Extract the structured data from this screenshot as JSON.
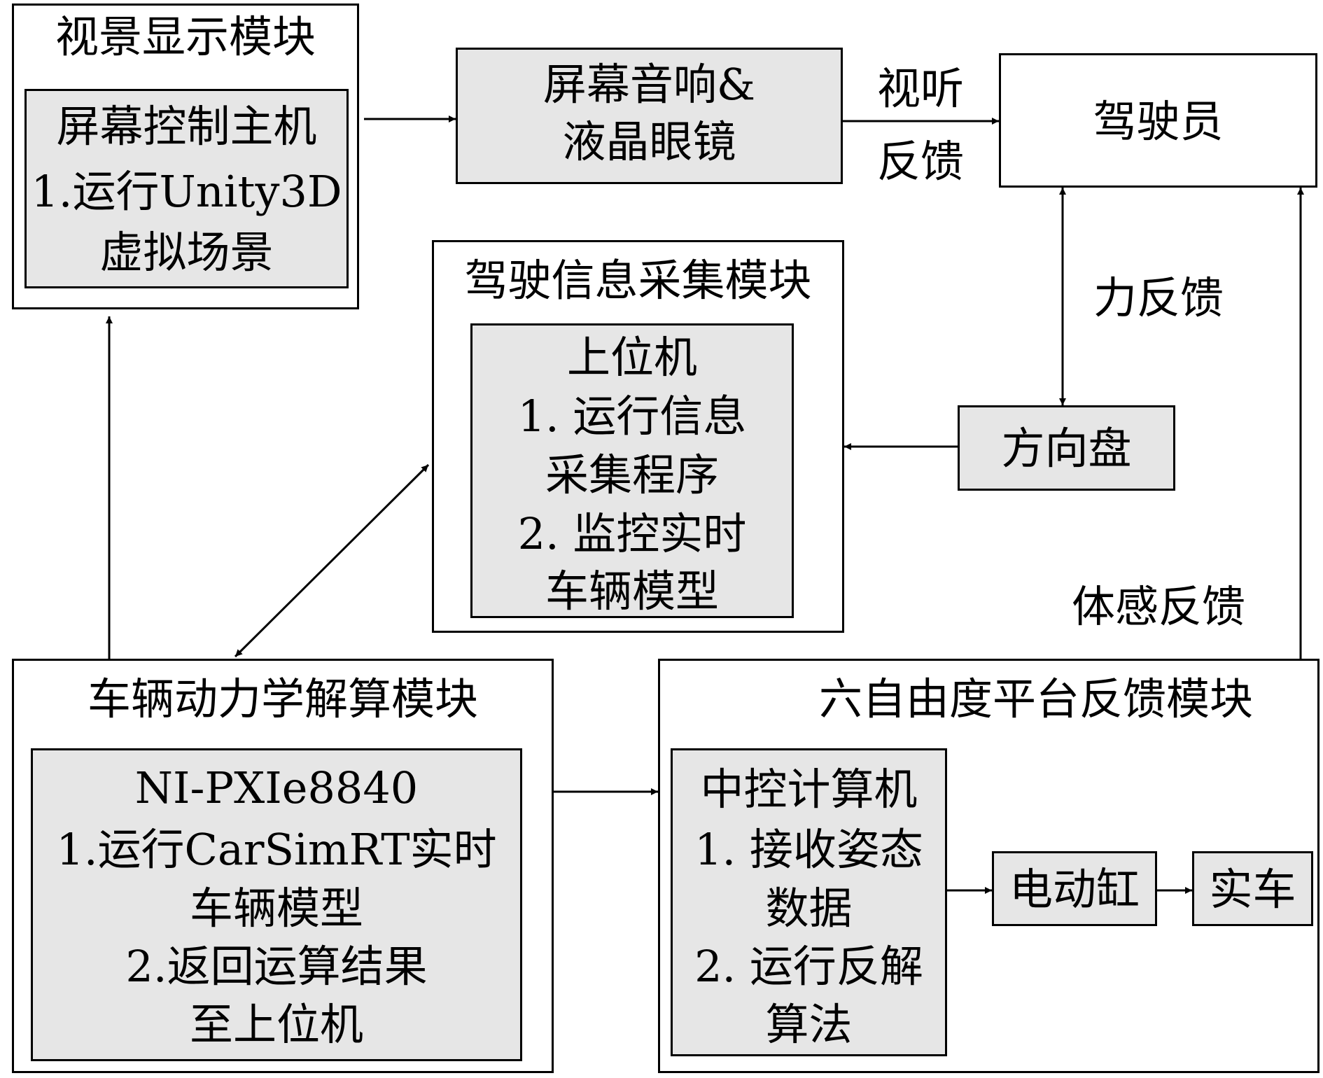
{
  "visual_module": {
    "title": "视景显示模块",
    "inner": {
      "lines": [
        "屏幕控制主机",
        "1.运行Unity3D",
        "虚拟场景"
      ]
    }
  },
  "screen_audio": {
    "lines": [
      "屏幕音响&",
      "液晶眼镜"
    ]
  },
  "av_feedback": {
    "lines": [
      "视听",
      "反馈"
    ]
  },
  "driver": {
    "label": "驾驶员"
  },
  "force_feedback": {
    "label": "力反馈"
  },
  "acquisition_module": {
    "title": "驾驶信息采集模块",
    "inner": {
      "lines": [
        "上位机",
        "1. 运行信息",
        "采集程序",
        "2. 监控实时",
        "车辆模型"
      ]
    }
  },
  "steering_wheel": {
    "label": "方向盘"
  },
  "motion_feedback": {
    "label": "体感反馈"
  },
  "dynamics_module": {
    "title": "车辆动力学解算模块",
    "inner": {
      "lines": [
        "NI-PXIe8840",
        "1.运行CarSimRT实时",
        "车辆模型",
        "2.返回运算结果",
        "至上位机"
      ]
    }
  },
  "platform_module": {
    "title": "六自由度平台反馈模块",
    "inner": {
      "lines": [
        "中控计算机",
        "1. 接收姿态",
        "数据",
        "2. 运行反解",
        "算法"
      ]
    },
    "actuator": "电动缸",
    "vehicle": "实车"
  },
  "colors": {
    "inner_fill": "#e6e6e6",
    "line": "#000000"
  }
}
